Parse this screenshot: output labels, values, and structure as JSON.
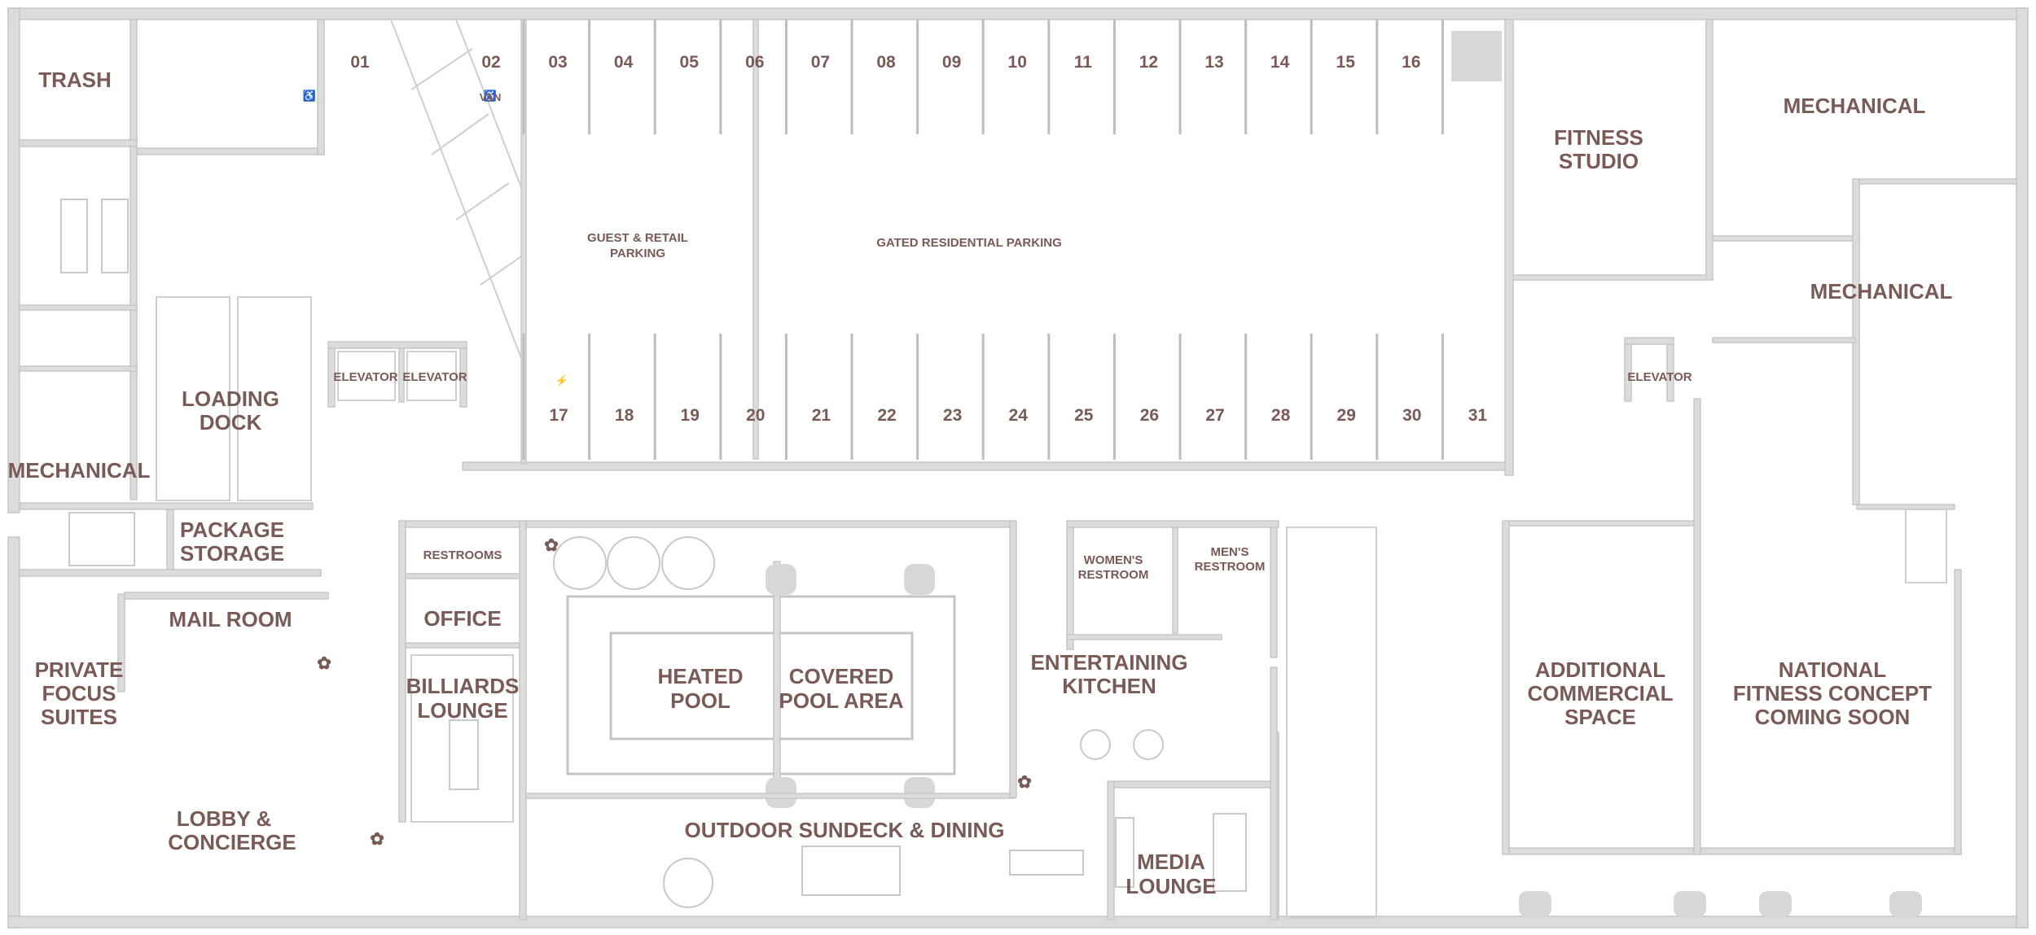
{
  "rooms": {
    "trash": "TRASH",
    "loading_dock": [
      "LOADING",
      "DOCK"
    ],
    "mechanical_left": "MECHANICAL",
    "elevator_1": "ELEVATOR",
    "elevator_2": "ELEVATOR",
    "elevator_3": "ELEVATOR",
    "package_storage": [
      "PACKAGE",
      "STORAGE"
    ],
    "mail_room": "MAIL ROOM",
    "private_focus": [
      "PRIVATE",
      "FOCUS",
      "SUITES"
    ],
    "lobby": [
      "LOBBY &",
      "CONCIERGE"
    ],
    "restrooms": "RESTROOMS",
    "office": "OFFICE",
    "billiards": [
      "BILLIARDS",
      "LOUNGE"
    ],
    "heated_pool": [
      "HEATED",
      "POOL"
    ],
    "covered_pool": [
      "COVERED",
      "POOL AREA"
    ],
    "outdoor_sundeck": "OUTDOOR SUNDECK & DINING",
    "womens_restroom": [
      "WOMEN'S",
      "RESTROOM"
    ],
    "mens_restroom": [
      "MEN'S",
      "RESTROOM"
    ],
    "entertaining_kitchen": [
      "ENTERTAINING",
      "KITCHEN"
    ],
    "media_lounge": [
      "MEDIA",
      "LOUNGE"
    ],
    "fitness_studio": [
      "FITNESS",
      "STUDIO"
    ],
    "mechanical_top_right": "MECHANICAL",
    "mechanical_right": "MECHANICAL",
    "additional_commercial": [
      "ADDITIONAL",
      "COMMERCIAL",
      "SPACE"
    ],
    "national_fitness": [
      "NATIONAL",
      "FITNESS CONCEPT",
      "COMING SOON"
    ]
  },
  "parking": {
    "guest_retail": [
      "GUEST & RETAIL",
      "PARKING"
    ],
    "gated_residential": "GATED RESIDENTIAL PARKING",
    "van_label": "VAN",
    "top_row": [
      "01",
      "02",
      "03",
      "04",
      "05",
      "06",
      "07",
      "08",
      "09",
      "10",
      "11",
      "12",
      "13",
      "14",
      "15",
      "16"
    ],
    "bottom_row": [
      "17",
      "18",
      "19",
      "20",
      "21",
      "22",
      "23",
      "24",
      "25",
      "26",
      "27",
      "28",
      "29",
      "30",
      "31"
    ]
  },
  "icons": {
    "accessible": "wheelchair-icon",
    "ev": "ev-charging-icon",
    "plant": "plant-icon"
  },
  "colors": {
    "label": "#7a5a57",
    "wall": "#dcdcdc"
  }
}
